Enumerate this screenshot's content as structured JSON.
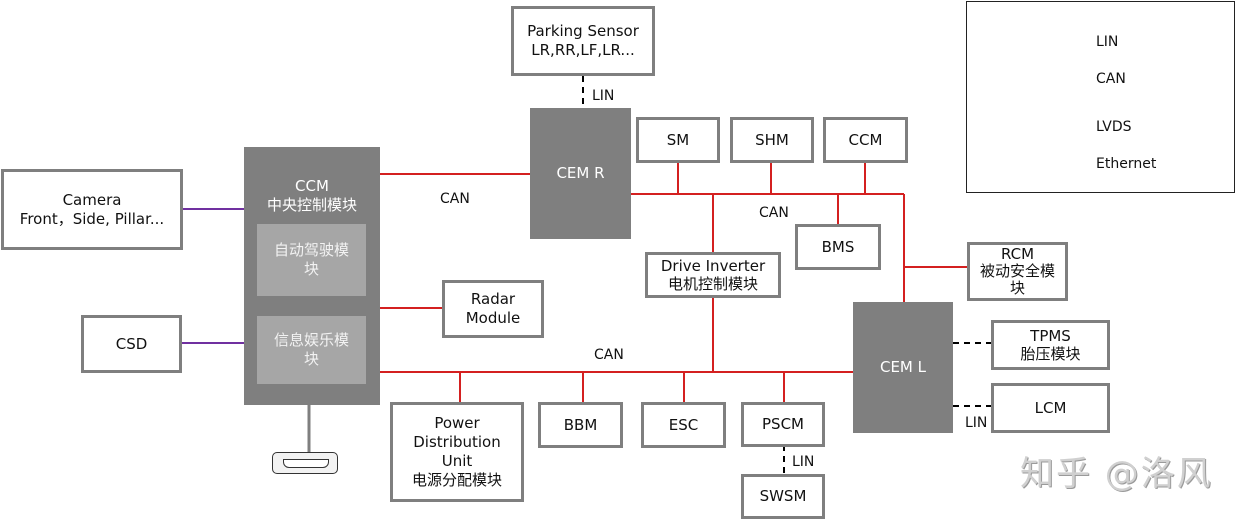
{
  "colors": {
    "lin": "#000000",
    "can": "#d42020",
    "lvds": "#7030a0",
    "ethernet": "#7f7f7f",
    "node_dark": "#7f7f7f",
    "node_inner": "#a6a6a6",
    "node_border": "#7f7f7f"
  },
  "legend": {
    "items": [
      {
        "name": "LIN",
        "type": "dashed",
        "color": "#000000"
      },
      {
        "name": "CAN",
        "type": "solid",
        "color": "#c0392b"
      },
      {
        "name": "LVDS",
        "type": "solid",
        "color": "#7030a0"
      },
      {
        "name": "Ethernet",
        "type": "thick",
        "color": "#7f7f7f"
      }
    ]
  },
  "nodes": {
    "parking_sensor": {
      "line1": "Parking Sensor",
      "line2": "LR,RR,LF,LR..."
    },
    "cem_r": {
      "line1": "CEM R"
    },
    "sm": {
      "line1": "SM"
    },
    "shm": {
      "line1": "SHM"
    },
    "ccm_top": {
      "line1": "CCM"
    },
    "bms": {
      "line1": "BMS"
    },
    "drive_inverter": {
      "line1": "Drive Inverter",
      "line2": "电机控制模块"
    },
    "rcm": {
      "line1": "RCM",
      "line2": "被动安全模",
      "line3": "块"
    },
    "camera": {
      "line1": "Camera",
      "line2": "Front，Side, Pillar..."
    },
    "ccm_main": {
      "line1": "CCM",
      "line2": "中央控制模块"
    },
    "ad_module": {
      "line1": "自动驾驶模",
      "line2": "块"
    },
    "infotainment": {
      "line1": "信息娱乐模",
      "line2": "块"
    },
    "csd": {
      "line1": "CSD"
    },
    "radar": {
      "line1": "Radar",
      "line2": "Module"
    },
    "pdu": {
      "line1": "Power",
      "line2": "Distribution",
      "line3": "Unit",
      "line4": "电源分配模块"
    },
    "bbm": {
      "line1": "BBM"
    },
    "esc": {
      "line1": "ESC"
    },
    "pscm": {
      "line1": "PSCM"
    },
    "swsm": {
      "line1": "SWSM"
    },
    "cem_l": {
      "line1": "CEM L"
    },
    "tpms": {
      "line1": "TPMS",
      "line2": "胎压模块"
    },
    "lcm": {
      "line1": "LCM"
    }
  },
  "labels": {
    "can_ccm_cemr": "CAN",
    "can_upper_bus": "CAN",
    "can_lower_bus": "CAN",
    "lin_parking": "LIN",
    "lin_pscm": "LIN",
    "lin_cem_l": "LIN"
  },
  "watermark": "知乎 @洛风"
}
